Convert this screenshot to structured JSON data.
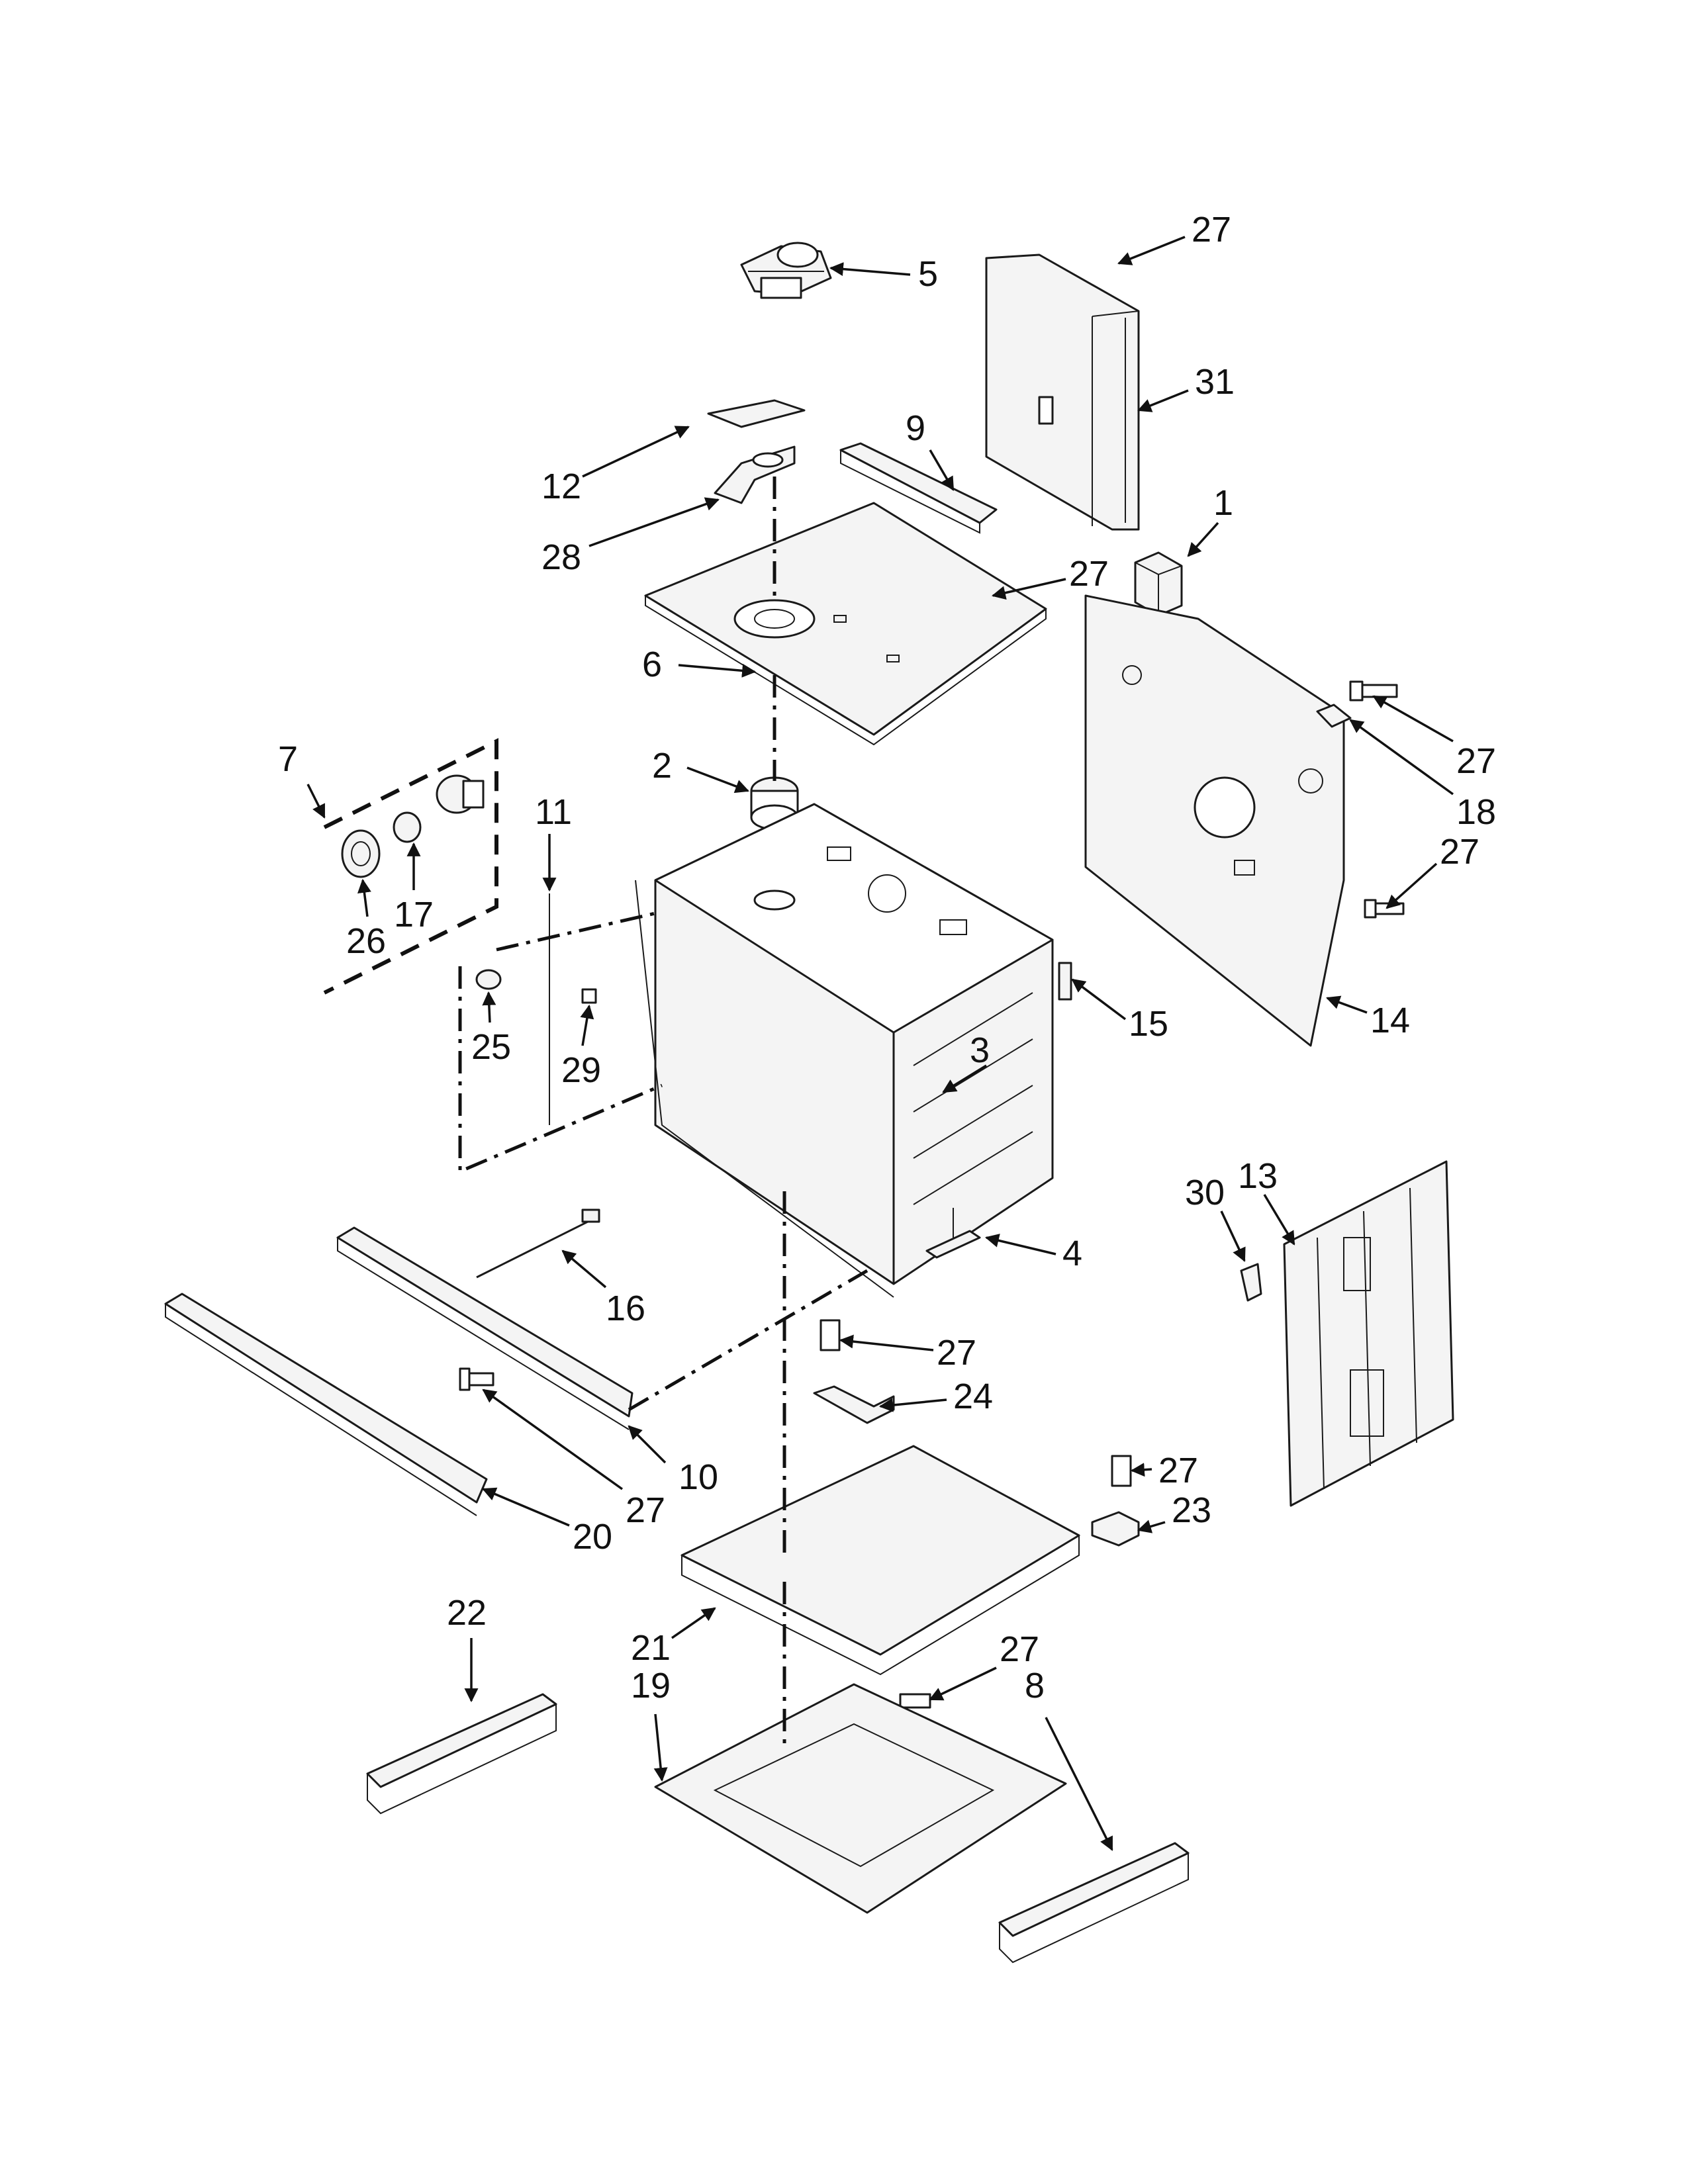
{
  "callouts": [
    {
      "id": "c5",
      "text": "5"
    },
    {
      "id": "c27a",
      "text": "27"
    },
    {
      "id": "c31",
      "text": "31"
    },
    {
      "id": "c12",
      "text": "12"
    },
    {
      "id": "c9",
      "text": "9"
    },
    {
      "id": "c28",
      "text": "28"
    },
    {
      "id": "c1",
      "text": "1"
    },
    {
      "id": "c27b",
      "text": "27"
    },
    {
      "id": "c6",
      "text": "6"
    },
    {
      "id": "c27c",
      "text": "27"
    },
    {
      "id": "c18",
      "text": "18"
    },
    {
      "id": "c27d",
      "text": "27"
    },
    {
      "id": "c7",
      "text": "7"
    },
    {
      "id": "c2",
      "text": "2"
    },
    {
      "id": "c11",
      "text": "11"
    },
    {
      "id": "c17",
      "text": "17"
    },
    {
      "id": "c26",
      "text": "26"
    },
    {
      "id": "c25",
      "text": "25"
    },
    {
      "id": "c15",
      "text": "15"
    },
    {
      "id": "c14",
      "text": "14"
    },
    {
      "id": "c3",
      "text": "3"
    },
    {
      "id": "c29",
      "text": "29"
    },
    {
      "id": "c13",
      "text": "13"
    },
    {
      "id": "c30",
      "text": "30"
    },
    {
      "id": "c4",
      "text": "4"
    },
    {
      "id": "c16",
      "text": "16"
    },
    {
      "id": "c27e",
      "text": "27"
    },
    {
      "id": "c24",
      "text": "24"
    },
    {
      "id": "c10",
      "text": "10"
    },
    {
      "id": "c27f",
      "text": "27"
    },
    {
      "id": "c20",
      "text": "20"
    },
    {
      "id": "c27g",
      "text": "27"
    },
    {
      "id": "c23",
      "text": "23"
    },
    {
      "id": "c22",
      "text": "22"
    },
    {
      "id": "c27h",
      "text": "27"
    },
    {
      "id": "c21",
      "text": "21"
    },
    {
      "id": "c19",
      "text": "19"
    },
    {
      "id": "c8",
      "text": "8"
    }
  ]
}
